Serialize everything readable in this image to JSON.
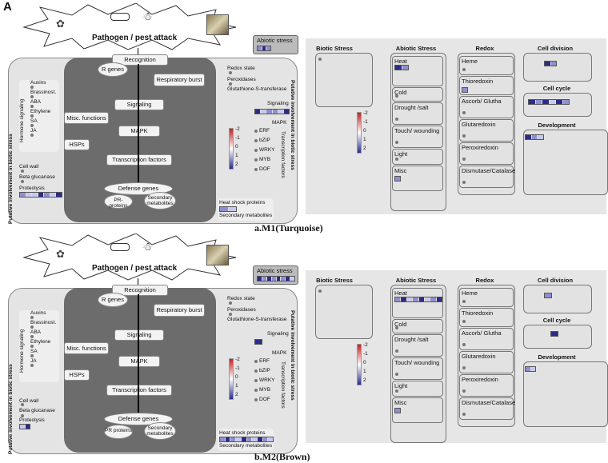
{
  "figure_label": "A",
  "panels": [
    {
      "caption": "a.M1(Turquoise)",
      "left": {
        "title": "Pathogen / pest attack",
        "abiotic_stress": "Abiotic stress",
        "left_side_label": "Putative involvement in biotic stress",
        "right_side_label": "Putative involvement in biotic stress",
        "hormone_signaling": "Hormone signaling",
        "hormones": [
          "Auxins",
          "Brassinost.",
          "ABA",
          "Ethylene",
          "SA",
          "JA"
        ],
        "cell_wall": "Cell wall",
        "beta_glucanase": "Beta glucanase",
        "proteolysis": "Proteolysis",
        "recognition": "Recognition",
        "r_genes": "R genes",
        "respiratory_burst": "Respiratory burst",
        "misc_functions": "Misc. functions",
        "signaling": "Signaling",
        "mapk": "MAPK",
        "hsps": "HSPs",
        "transcription_factors": "Transcription factors",
        "defense_genes": "Defense genes",
        "pr_proteins": "PR-proteins",
        "secondary_metabolites_short": "Secondary metabolites",
        "redox_state": "Redox state",
        "peroxidases": "Peroxidases",
        "gst": "Glutathione-S-transferase",
        "signaling_r": "Signaling",
        "mapk_r": "MAPK",
        "tf_list": [
          "ERF",
          "bZIP",
          "WRKY",
          "MYB",
          "DOF"
        ],
        "tf_vertical": "Transcription factors",
        "heat_shock": "Heat shock proteins",
        "secondary_metabolites": "Secondary metabolites",
        "legend_ticks": [
          "-2",
          "-1",
          "0",
          "1",
          "2"
        ]
      },
      "right": {
        "biotic": "Biotic Stress",
        "abiotic": "Abiotic Stress",
        "redox": "Redox",
        "cell_division": "Cell division",
        "cell_cycle": "Cell cycle",
        "development": "Development",
        "abiotic_items": [
          "Heat",
          "Cold",
          "Drought /salt",
          "Touch/ wounding",
          "Light",
          "Misc"
        ],
        "redox_items": [
          "Heme",
          "Thioredoxin",
          "Ascorb/ Glutha",
          "Glutaredoxin",
          "Peroxiredoxin",
          "Dismutase/Catalase"
        ],
        "legend_ticks": [
          "-2",
          "-1",
          "0",
          "1",
          "2"
        ]
      }
    },
    {
      "caption": "b.M2(Brown)",
      "left": {
        "title": "Pathogen / pest attack",
        "abiotic_stress": "Abiotic stress",
        "left_side_label": "Putative involvement in biotic stress",
        "right_side_label": "Putative involvement in biotic stress",
        "hormone_signaling": "Hormone signaling",
        "hormones": [
          "Auxins",
          "Brassinost.",
          "ABA",
          "Ethylene",
          "SA",
          "JA"
        ],
        "cell_wall": "Cell wall",
        "beta_glucanase": "Beta glucanase",
        "proteolysis": "Proteolysis",
        "recognition": "Recognition",
        "r_genes": "R genes",
        "respiratory_burst": "Respiratory burst",
        "misc_functions": "Misc. functions",
        "signaling": "Signaling",
        "mapk": "MAPK",
        "hsps": "HSPs",
        "transcription_factors": "Transcription factors",
        "defense_genes": "Defense genes",
        "pr_proteins": "PR proteins",
        "secondary_metabolites_short": "Secondary metabolites",
        "redox_state": "Redox state",
        "peroxidases": "Peroxidases",
        "gst": "Glutathione-S-transferase",
        "signaling_r": "Signaling",
        "mapk_r": "MAPK",
        "tf_list": [
          "ERF",
          "bZIP",
          "WRKY",
          "MYB",
          "DOF"
        ],
        "tf_vertical": "Transcription factors",
        "heat_shock": "Heat shock proteins",
        "secondary_metabolites": "Secondary metabolites",
        "legend_ticks": [
          "-2",
          "-1",
          "0",
          "1",
          "2"
        ]
      },
      "right": {
        "biotic": "Biotic Stress",
        "abiotic": "Abiotic Stress",
        "redox": "Redox",
        "cell_division": "Cell division",
        "cell_cycle": "Cell cycle",
        "development": "Development",
        "abiotic_items": [
          "Heat",
          "Cold",
          "Drought /salt",
          "Touch/ wounding",
          "Light",
          "Misc"
        ],
        "redox_items": [
          "Heme",
          "Thioredoxin",
          "Ascorb/ Glutha",
          "Glutaredoxin",
          "Peroxiredoxin",
          "Dismutase/Catalase"
        ],
        "legend_ticks": [
          "-2",
          "-1",
          "0",
          "1",
          "2"
        ]
      }
    }
  ],
  "colors": {
    "up": "#2b2b8a",
    "mid": "#8f8fd0",
    "light": "#c9c9ee",
    "down": "#c03030"
  }
}
